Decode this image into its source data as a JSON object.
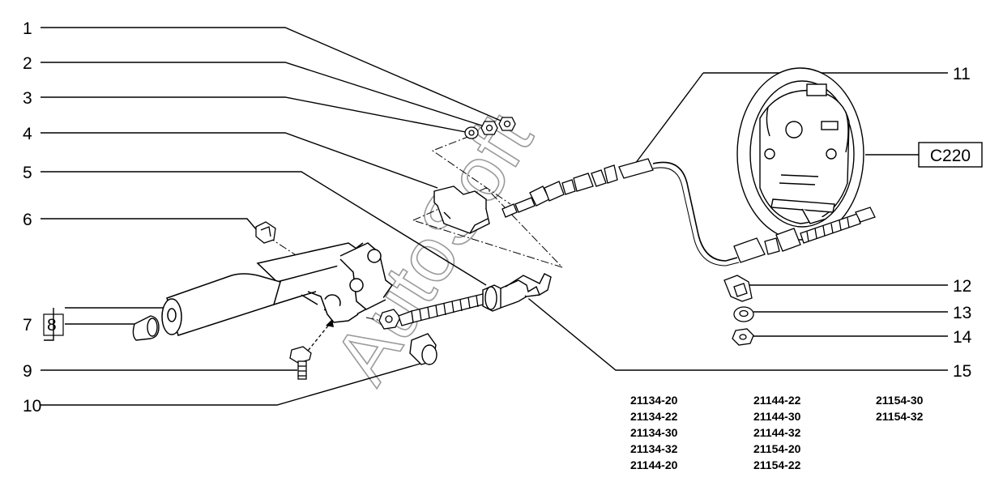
{
  "callouts": {
    "c1": "1",
    "c2": "2",
    "c3": "3",
    "c4": "4",
    "c5": "5",
    "c6": "6",
    "c7": "7",
    "c8": "8",
    "c9": "9",
    "c10": "10",
    "c11": "11",
    "c12": "12",
    "c13": "13",
    "c14": "14",
    "c15": "15"
  },
  "reference_box": "C220",
  "watermark": "AutoSoft",
  "model_codes": {
    "col1": [
      "21134-20",
      "21134-22",
      "21134-30",
      "21134-32",
      "21144-20"
    ],
    "col2": [
      "21144-22",
      "21144-30",
      "21144-32",
      "21154-20",
      "21154-22"
    ],
    "col3": [
      "21154-30",
      "21154-32"
    ]
  }
}
